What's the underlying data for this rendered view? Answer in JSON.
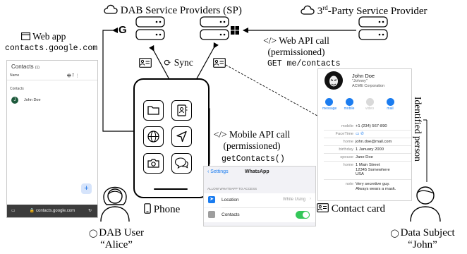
{
  "headers": {
    "sp": "DAB Service Providers (SP)",
    "third_party": "3rd-Party Service Provider",
    "third_party_sup": "rd",
    "third_party_pre": "3",
    "third_party_post": "-Party Service Provider"
  },
  "web_app": {
    "title": "Web app",
    "url": "contacts.google.com",
    "screen": {
      "heading": "Contacts",
      "count": "(1)",
      "column": "Name",
      "section": "Contacts",
      "entry_initial": "J",
      "entry_name": "John Doe",
      "address_bar": "contacts.google.com",
      "fab": "+"
    }
  },
  "labels": {
    "sync": "Sync",
    "web_api_line1": "Web API call",
    "web_api_line2": "(permissioned)",
    "web_api_code": "GET me/contacts",
    "mobile_api_line1": "Mobile API call",
    "mobile_api_line2": "(permissioned)",
    "mobile_api_code": "getContacts()",
    "phone": "Phone",
    "contact_card": "Contact card",
    "identified_person": "Identified person",
    "dab_user": "DAB User",
    "dab_user_name": "“Alice”",
    "data_subject": "Data Subject",
    "data_subject_name": "“John”",
    "code_icon": "</>"
  },
  "contact_card": {
    "name": "John Doe",
    "nickname": "\"Johnny\"",
    "company": "ACME Corporation",
    "actions": [
      "message",
      "mobile",
      "video",
      "mail"
    ],
    "fields": [
      {
        "key": "mobile",
        "value": "+1 (234) 567-890"
      },
      {
        "key": "FaceTime",
        "value": ""
      },
      {
        "key": "home",
        "value": "john.doe@mail.com"
      },
      {
        "key": "birthday",
        "value": "1 January 2000"
      },
      {
        "key": "spouse",
        "value": "Jane Doe"
      },
      {
        "key": "home",
        "value": "1 Main Street\n12345 Somewhere\nUSA"
      },
      {
        "key": "note",
        "value": "Very secretive guy.\nAlways wears a mask."
      }
    ]
  },
  "whatsapp": {
    "back": "Settings",
    "title": "WhatsApp",
    "section": "ALLOW WHATSAPP TO ACCESS",
    "rows": [
      {
        "label": "Location",
        "value": "While Using"
      },
      {
        "label": "Contacts",
        "value": ""
      }
    ]
  },
  "colors": {
    "ios_blue": "#1a7cf0",
    "toggle_green": "#34c759",
    "google_blue": "#1a73e8"
  }
}
